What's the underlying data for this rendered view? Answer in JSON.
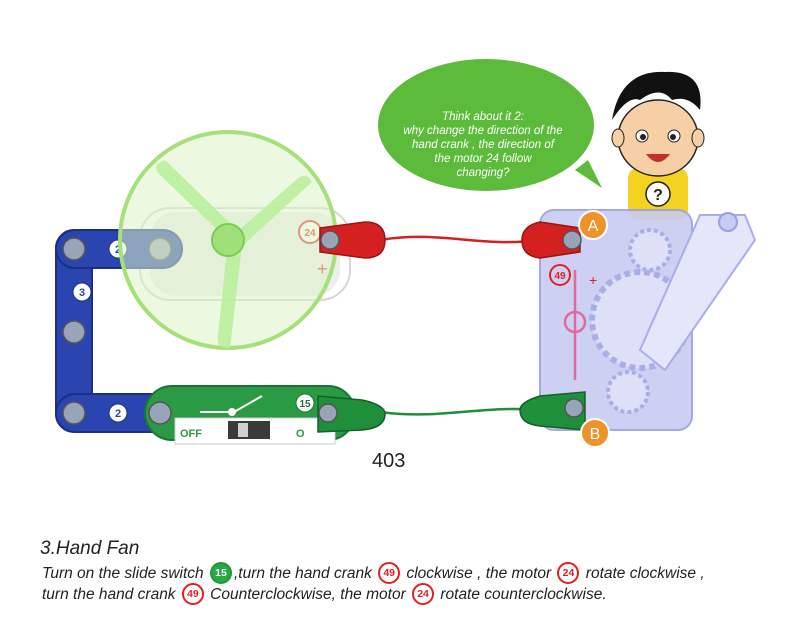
{
  "bubble": {
    "lines": [
      "Think about it 2:",
      "why change the direction of the",
      "hand crank , the direction of",
      "the motor 24 follow",
      "changing?"
    ]
  },
  "colors": {
    "bubble_green": "#5dbb3b",
    "wire_red": "#d42020",
    "wire_green": "#1f8f3a",
    "snap_blue": "#2b45b0",
    "switch_green": "#2a9a45",
    "badge_red": "#e02020",
    "terminal_orange": "#f0922b"
  },
  "labels": {
    "terminal_a": "A",
    "terminal_b": "B",
    "snap_3": "3",
    "snap_2_bottom": "2",
    "snap_2_top": "2",
    "motor_id": "24",
    "crank_id": "49",
    "switch_id": "15",
    "switch_off": "OFF",
    "switch_on": "O",
    "question_mark": "?",
    "plus": "+"
  },
  "page_number": "403",
  "title": "3.Hand Fan",
  "instructions": {
    "line1": {
      "p1": "Turn on the slide switch ",
      "b1": "15",
      "p2": ",turn the hand crank ",
      "b2": "49",
      "p3": " clockwise , the motor ",
      "b3": "24",
      "p4": " rotate clockwise ,"
    },
    "line2": {
      "p1": "turn the hand crank ",
      "b1": "49",
      "p2": " Counterclockwise, the motor ",
      "b2": "24",
      "p3": " rotate counterclockwise."
    }
  }
}
